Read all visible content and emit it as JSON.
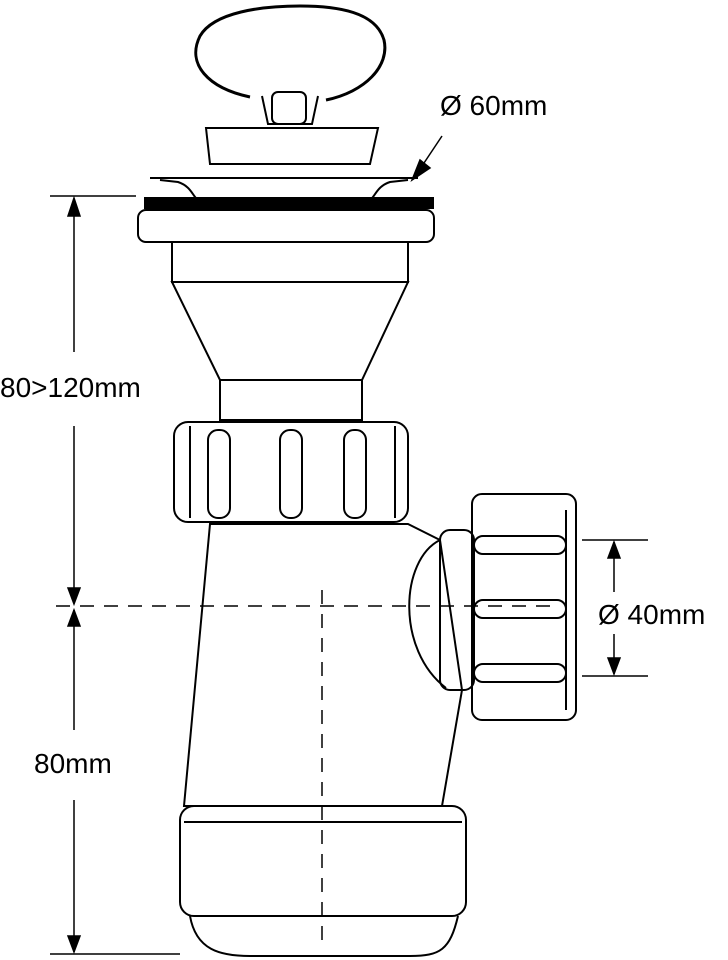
{
  "labels": {
    "waste_diameter": "Ø 60mm",
    "adjustable_height": "80>120mm",
    "trap_height": "80mm",
    "outlet_diameter": "Ø 40mm"
  },
  "colors": {
    "line": "#000000",
    "background": "#ffffff"
  }
}
